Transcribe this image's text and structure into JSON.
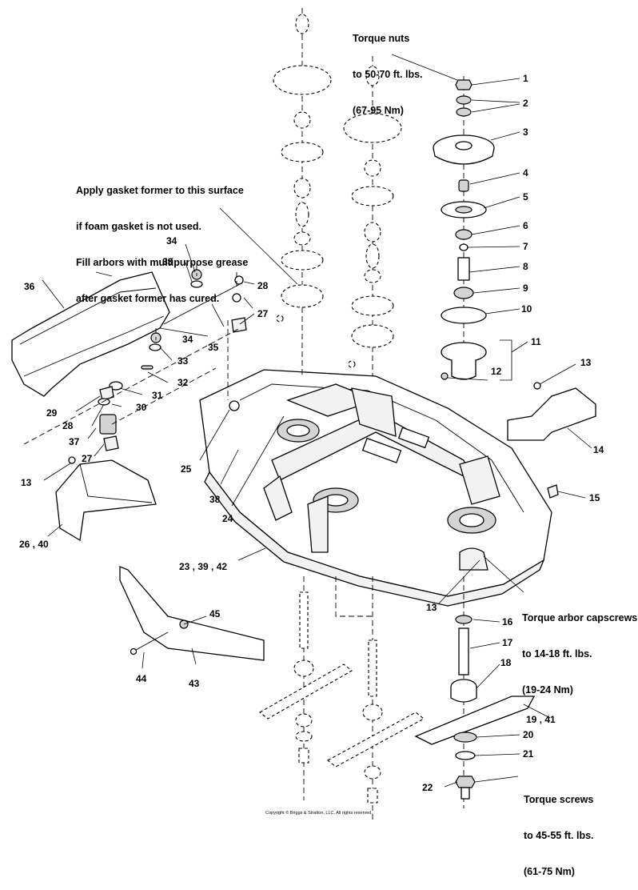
{
  "notes": {
    "torque_nuts": [
      "Torque nuts",
      "to 50-70 ft. lbs.",
      "(67-95 Nm)"
    ],
    "gasket": [
      "Apply gasket former to this surface",
      "if foam gasket is not used.",
      "Fill arbors with multipurpose grease",
      "after gasket former has cured."
    ],
    "torque_arbor": [
      "Torque arbor capscrews",
      "to 14-18 ft. lbs.",
      "(19-24 Nm)"
    ],
    "torque_screws": [
      "Torque screws",
      "to 45-55 ft. lbs.",
      "(61-75 Nm)"
    ]
  },
  "callouts": {
    "c1": "1",
    "c2": "2",
    "c3": "3",
    "c4": "4",
    "c5": "5",
    "c6": "6",
    "c7": "7",
    "c8": "8",
    "c9": "9",
    "c10": "10",
    "c11": "11",
    "c12": "12",
    "c13a": "13",
    "c13b": "13",
    "c13c": "13",
    "c14": "14",
    "c15": "15",
    "c16": "16",
    "c17": "17",
    "c18": "18",
    "c19_41": "19 , 41",
    "c20": "20",
    "c21": "21",
    "c22": "22",
    "c23_39_42": "23 , 39 , 42",
    "c24": "24",
    "c25": "25",
    "c26_40": "26 , 40",
    "c27a": "27",
    "c27b": "27",
    "c28a": "28",
    "c28b": "28",
    "c29": "29",
    "c30": "30",
    "c31": "31",
    "c32": "32",
    "c33a": "33",
    "c33b": "33",
    "c34a": "34",
    "c34b": "34",
    "c35": "35",
    "c36": "36",
    "c37": "37",
    "c38": "38",
    "c43": "43",
    "c44": "44",
    "c45": "45"
  },
  "copyright": "Copyright © Briggs & Stratton, LLC. All rights reserved."
}
